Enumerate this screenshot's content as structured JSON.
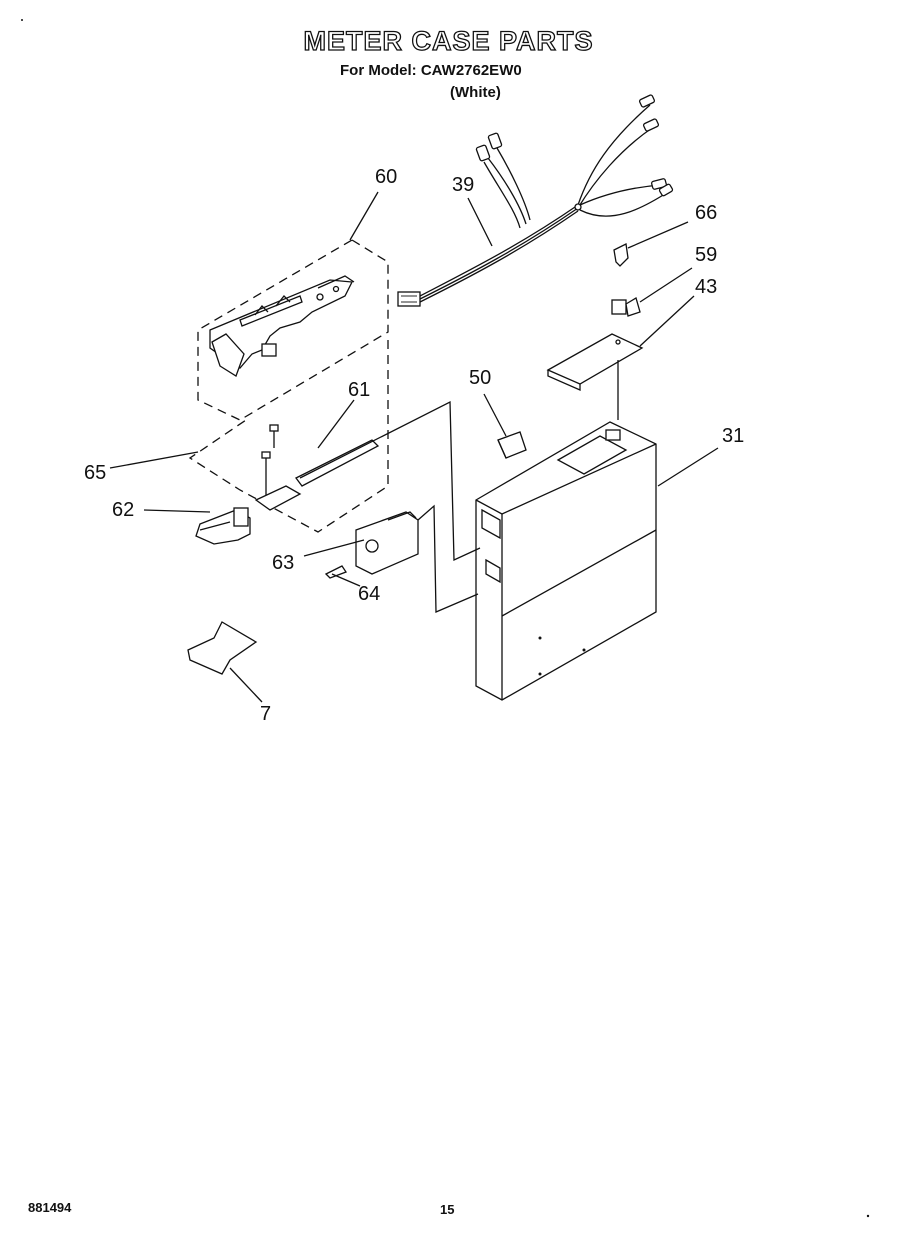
{
  "header": {
    "title": "METER CASE PARTS",
    "model_line": "For Model: CAW2762EW0",
    "variant": "(White)"
  },
  "callouts": {
    "p60": "60",
    "p39": "39",
    "p66": "66",
    "p59": "59",
    "p43": "43",
    "p50": "50",
    "p61": "61",
    "p31": "31",
    "p65": "65",
    "p62": "62",
    "p63": "63",
    "p64": "64",
    "p7": "7"
  },
  "footer": {
    "doc_number": "881494",
    "page": "15"
  }
}
